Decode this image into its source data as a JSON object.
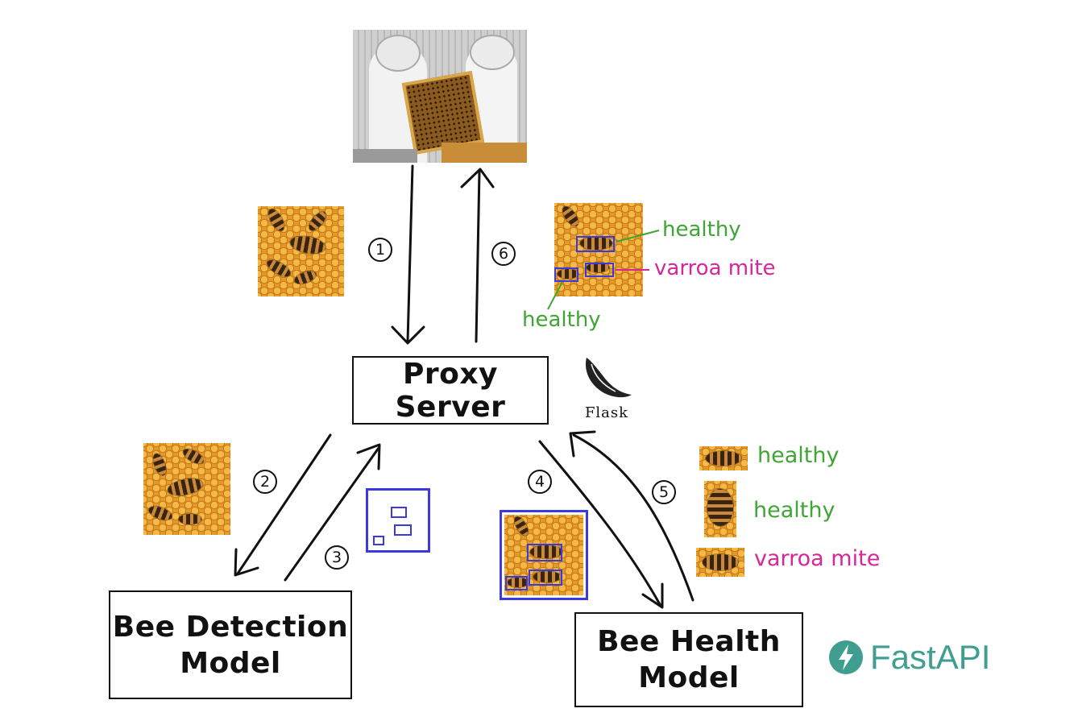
{
  "nodes": {
    "proxy": "Proxy Server",
    "detection": "Bee Detection\nModel",
    "health": "Bee Health\nModel"
  },
  "steps": [
    "1",
    "2",
    "3",
    "4",
    "5",
    "6"
  ],
  "result_labels": {
    "healthy": "healthy",
    "varroa": "varroa mite"
  },
  "crop_labels": [
    {
      "text": "healthy",
      "color": "#3fa535"
    },
    {
      "text": "healthy",
      "color": "#3fa535"
    },
    {
      "text": "varroa mite",
      "color": "#d5279a"
    }
  ],
  "logos": {
    "flask": "Flask",
    "fastapi": "FastAPI"
  },
  "colors": {
    "healthy": "#3fa535",
    "varroa": "#d5279a",
    "bbox": "#3a3adf",
    "fastapi": "#3f9e8f"
  }
}
